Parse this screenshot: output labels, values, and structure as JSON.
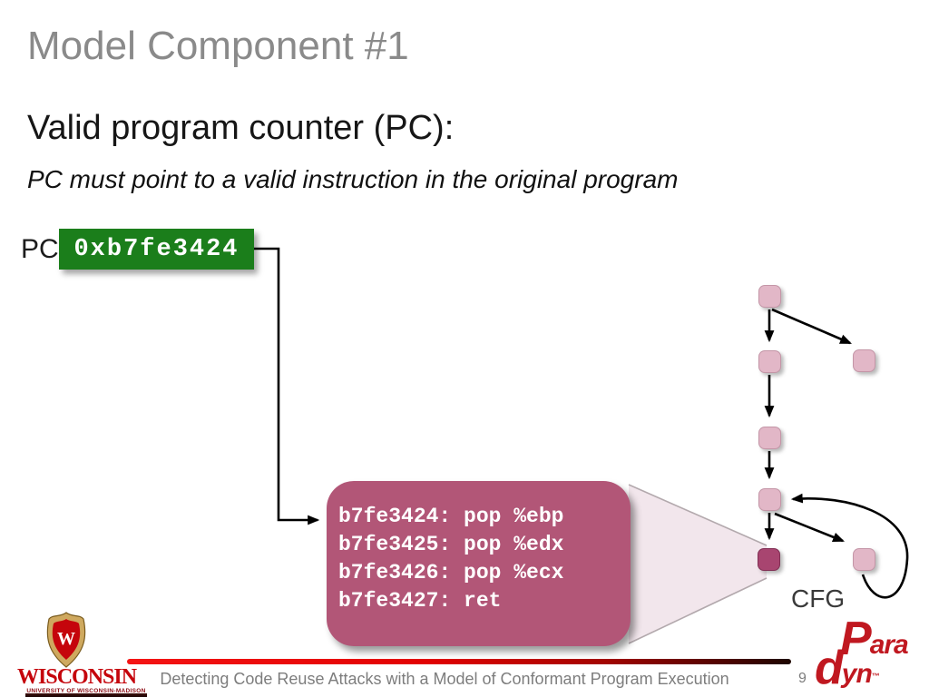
{
  "slide": {
    "title": "Model Component #1",
    "heading": "Valid program counter (PC):",
    "subheading": "PC must point to a valid instruction in the original program",
    "pc": {
      "label": "PC",
      "value": "0xb7fe3424"
    },
    "code": {
      "lines": [
        "b7fe3424: pop %ebp",
        "b7fe3425: pop %edx",
        "b7fe3426: pop %ecx",
        "b7fe3427: ret"
      ]
    },
    "cfg": {
      "label": "CFG",
      "node_count": 7,
      "highlighted_node_index": 6
    }
  },
  "footer": {
    "citation": "Detecting Code Reuse Attacks with a Model of Conformant Program Execution",
    "page_number": "9",
    "university": {
      "wordmark": "WISCONSIN",
      "tagline": "UNIVERSITY OF WISCONSIN-MADISON",
      "crest_letter": "W"
    },
    "paradyn": {
      "top_initial": "P",
      "top_rest": "ara",
      "bottom_initial": "d",
      "bottom_rest": "yn",
      "trademark": "™"
    }
  },
  "colors": {
    "title_gray": "#8a8a8a",
    "pc_box_green": "#1b7e1b",
    "code_box_pink": "#b25677",
    "node_light": "#e2b7c7",
    "node_dark": "#a84570",
    "beam_fill": "#f2e6ec",
    "divider_red": "#e20202",
    "wisconsin_red": "#c5050c",
    "paradyn_red": "#c01820",
    "footer_gray": "#7d7d7d"
  }
}
